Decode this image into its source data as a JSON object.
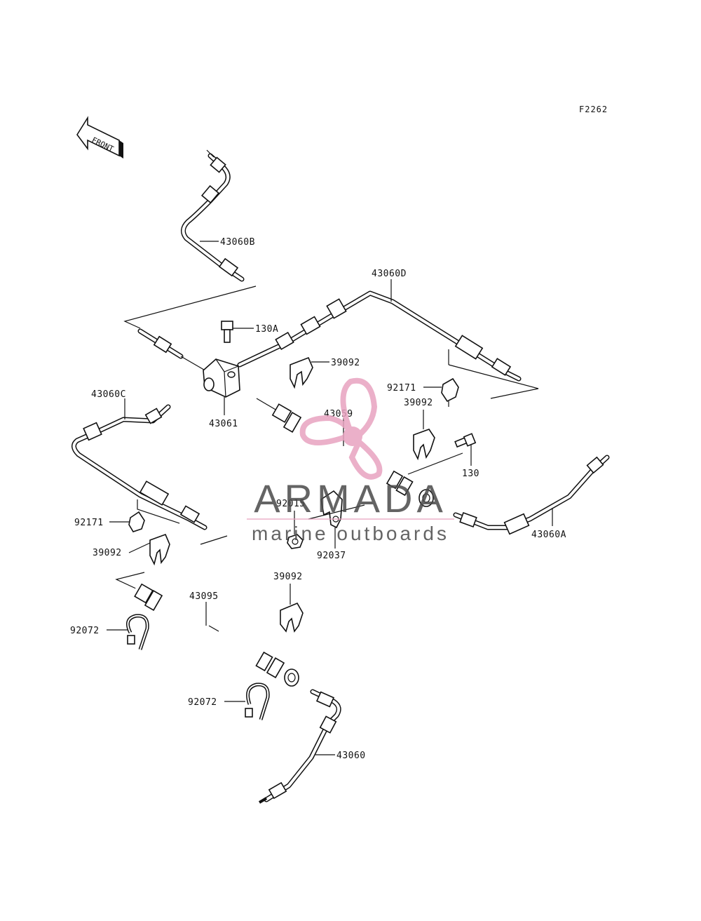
{
  "figure_code": "F2262",
  "front_label": "FRONT",
  "watermark": {
    "brand": "ARMADA",
    "tagline": "marine outboards",
    "accent_color": "#e8a3c0",
    "text_color": "#4a4a4a"
  },
  "parts": {
    "p43060B": "43060B",
    "p43060D": "43060D",
    "p130A": "130A",
    "p39092_top": "39092",
    "p92171_right": "92171",
    "p39092_right": "39092",
    "p43059": "43059",
    "p43060C": "43060C",
    "p43061": "43061",
    "p130": "130",
    "p43060A": "43060A",
    "p92015": "92015",
    "p92171_left": "92171",
    "p39092_left": "39092",
    "p92037": "92037",
    "p39092_bottom": "39092",
    "p43095": "43095",
    "p92072_left": "92072",
    "p92072_bottom": "92072",
    "p43060": "43060"
  }
}
